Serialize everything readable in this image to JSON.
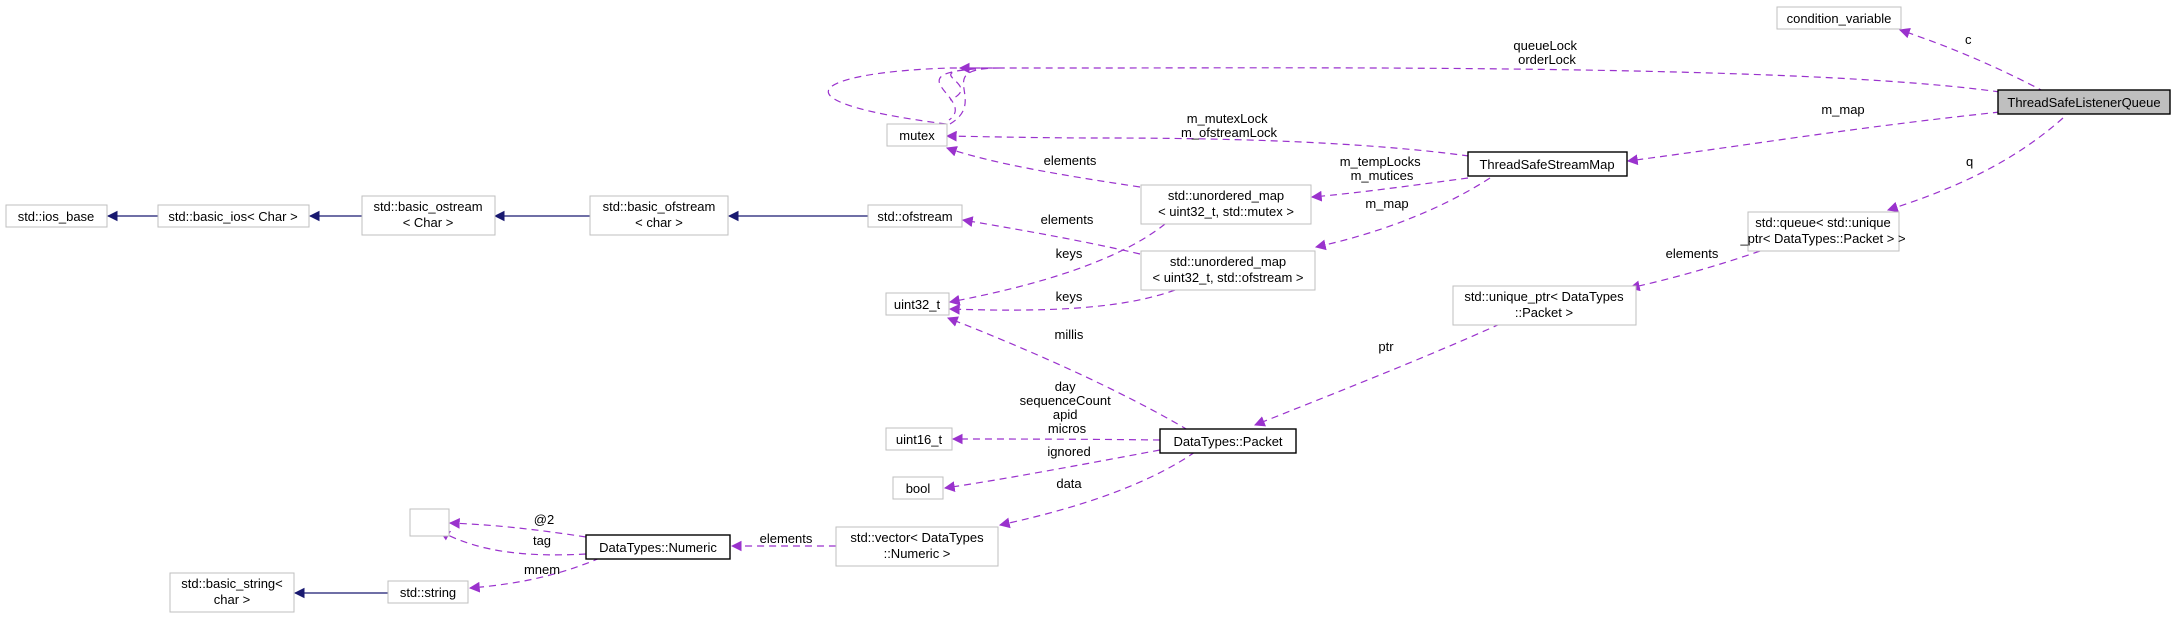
{
  "diagram": {
    "nodes": {
      "condition_variable": [
        "condition_variable"
      ],
      "threadsafe_listener_queue": [
        "ThreadSafeListenerQueue"
      ],
      "mutex": [
        "mutex"
      ],
      "threadsafe_stream_map": [
        "ThreadSafeStreamMap"
      ],
      "ios_base": [
        "std::ios_base"
      ],
      "basic_ios": [
        "std::basic_ios< Char >"
      ],
      "basic_ostream": [
        "std::basic_ostream",
        "< Char >"
      ],
      "basic_ofstream": [
        "std::basic_ofstream",
        "< char >"
      ],
      "ofstream": [
        "std::ofstream"
      ],
      "unordered_map_mutex": [
        "std::unordered_map",
        "< uint32_t, std::mutex >"
      ],
      "unordered_map_ofstream": [
        "std::unordered_map",
        "< uint32_t, std::ofstream >"
      ],
      "queue": [
        "std::queue< std::unique",
        "_ptr< DataTypes::Packet > >"
      ],
      "uint32_t": [
        "uint32_t"
      ],
      "unique_ptr": [
        "std::unique_ptr< DataTypes",
        "::Packet >"
      ],
      "uint16_t": [
        "uint16_t"
      ],
      "packet": [
        "DataTypes::Packet"
      ],
      "bool": [
        "bool"
      ],
      "anonymous": [
        ""
      ],
      "numeric": [
        "DataTypes::Numeric"
      ],
      "vector": [
        "std::vector< DataTypes",
        "::Numeric >"
      ],
      "basic_string": [
        "std::basic_string<",
        "char >"
      ],
      "string": [
        "std::string"
      ]
    },
    "edge_labels": {
      "queue_to_cv": [
        "c"
      ],
      "queue_to_mutex": [
        "queueLock",
        "orderLock"
      ],
      "queue_to_streammap": [
        "m_map"
      ],
      "queue_to_q": [
        "q"
      ],
      "streammap_to_mutex": [
        "m_mutexLock",
        "m_ofstreamLock"
      ],
      "umap_mutex_to_mutex": [
        "elements"
      ],
      "streammap_to_umap_mutex": [
        "m_tempLocks",
        "m_mutices"
      ],
      "streammap_to_umap_ofstream": [
        "m_map"
      ],
      "umap_ofstream_to_ofstream": [
        "elements"
      ],
      "umap_mutex_to_uint32": [
        "keys"
      ],
      "umap_ofstream_to_uint32": [
        "keys"
      ],
      "q_to_unique_ptr": [
        "elements"
      ],
      "unique_ptr_to_packet": [
        "ptr"
      ],
      "packet_to_uint32": [
        "millis"
      ],
      "packet_to_uint16": [
        "day",
        "sequenceCount",
        "apid",
        "micros"
      ],
      "packet_to_bool": [
        "ignored"
      ],
      "packet_to_vector": [
        "data"
      ],
      "vector_to_numeric": [
        "elements"
      ],
      "numeric_to_anon_1": [
        "@2"
      ],
      "numeric_to_anon_2": [
        "tag"
      ],
      "numeric_to_string": [
        "mnem"
      ]
    }
  }
}
